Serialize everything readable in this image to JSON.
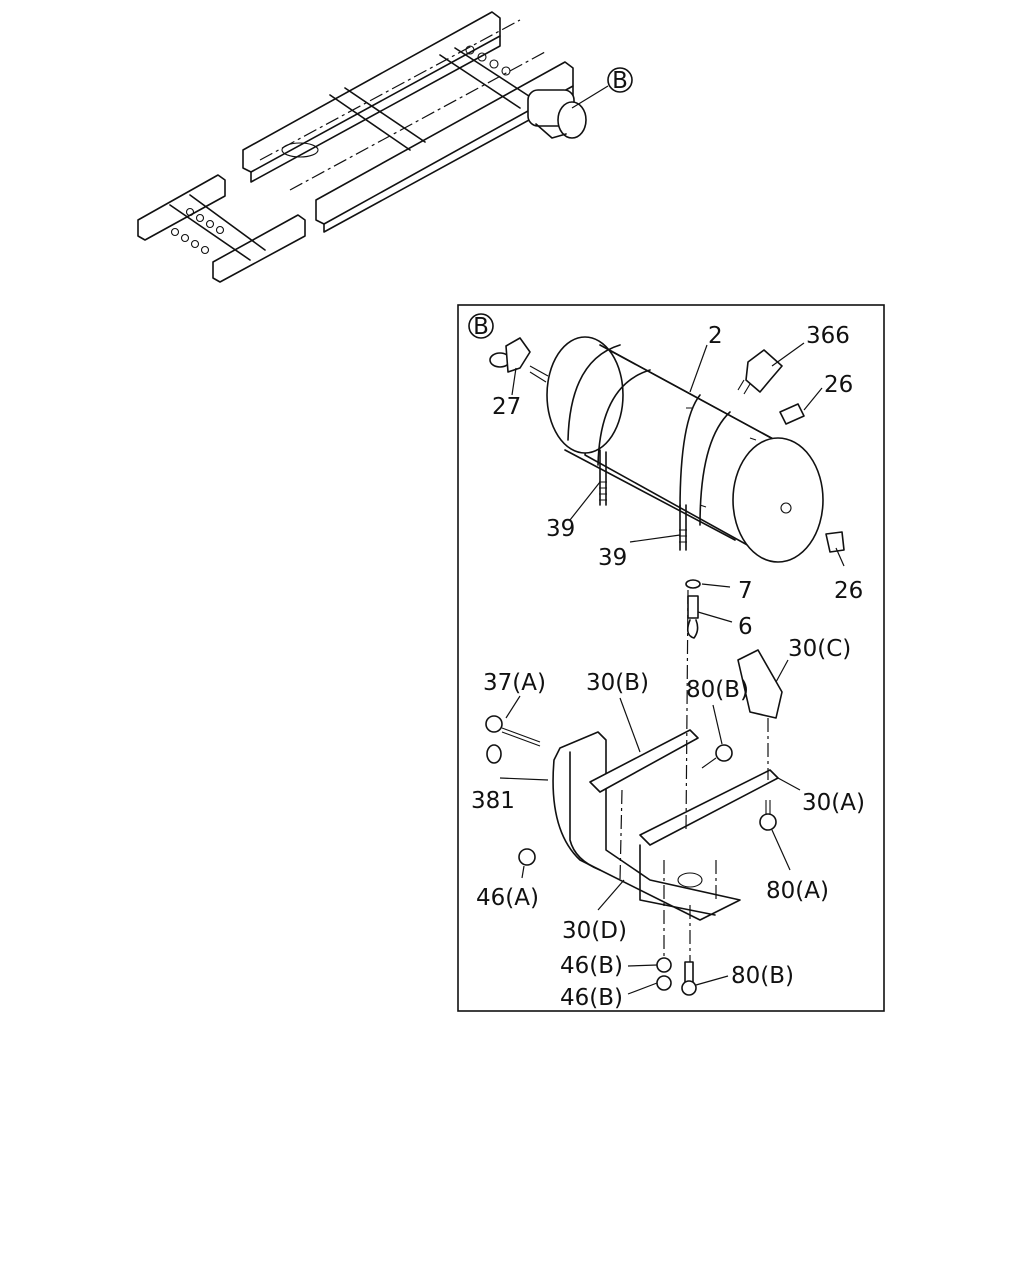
{
  "overview": {
    "callout": "B"
  },
  "detail": {
    "badge": "B",
    "labels": {
      "p2": "2",
      "p366": "366",
      "p26a": "26",
      "p27": "27",
      "p39a": "39",
      "p39b": "39",
      "p26b": "26",
      "p7": "7",
      "p6": "6",
      "p30c": "30(C)",
      "p37a": "37(A)",
      "p30b": "30(B)",
      "p80b_top": "80(B)",
      "p381": "381",
      "p30a": "30(A)",
      "p46a": "46(A)",
      "p80a": "80(A)",
      "p30d": "30(D)",
      "p46b_1": "46(B)",
      "p80b_bottom": "80(B)",
      "p46b_2": "46(B)"
    }
  }
}
